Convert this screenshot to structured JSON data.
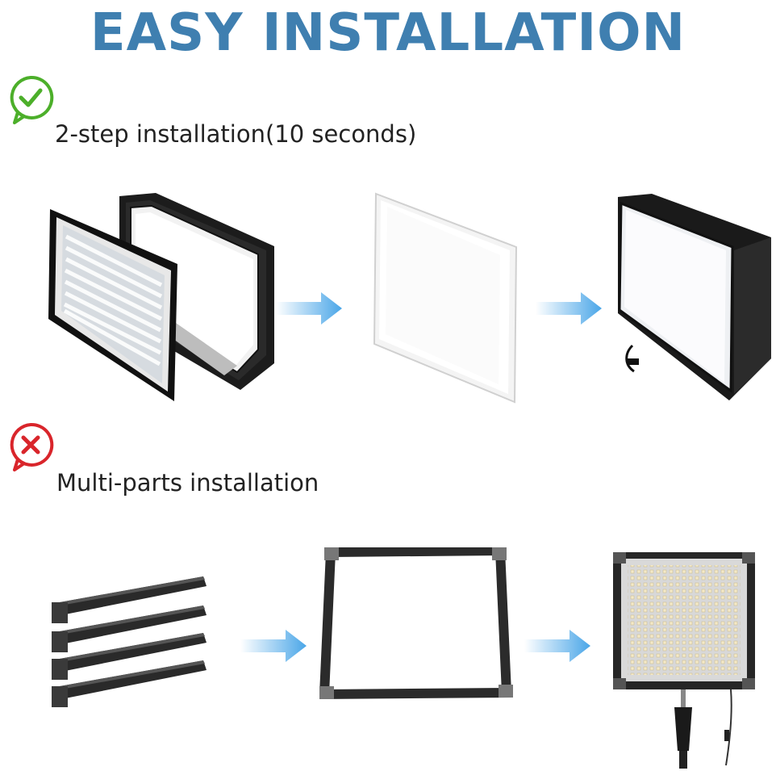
{
  "title": "EASY INSTALLATION",
  "colors": {
    "title": "#3f7fb0",
    "check": "#4caf2a",
    "cross": "#d9252b",
    "arrow": "#4aa6e8"
  },
  "sections": {
    "good": {
      "icon": "check-bubble-icon",
      "caption": "2-step installation(10 seconds)"
    },
    "bad": {
      "icon": "cross-bubble-icon",
      "caption": "Multi-parts installation"
    }
  }
}
